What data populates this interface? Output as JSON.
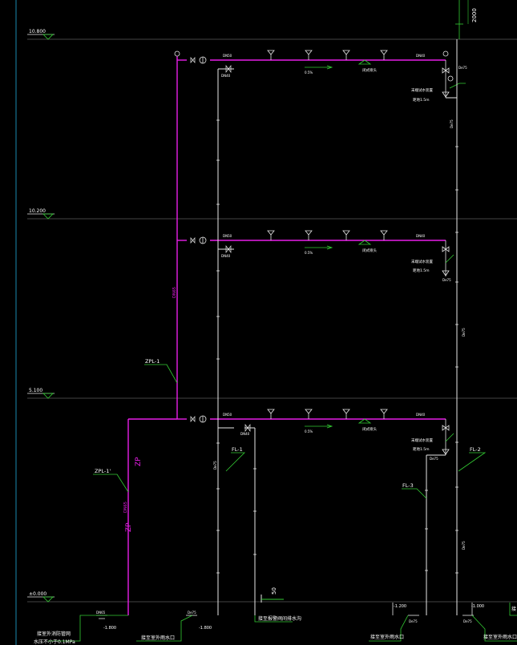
{
  "colors": {
    "background": "#000000",
    "pipe_magenta": "#e81ee8",
    "pipe_white": "#e8e8e8",
    "grid_gray": "#8a8a8a",
    "leader_green": "#33cc33",
    "axis_cyan": "#1a8ab0",
    "text_white": "#ffffff",
    "text_magenta": "#e81ee8"
  },
  "elevations": {
    "top": "10.800",
    "upper": "10.200",
    "middle": "5.100",
    "ground": "±0.000"
  },
  "labels": {
    "riser_main": "ZPL-1",
    "riser_outdoor": "ZPL-1'",
    "floor_drain_1": "FL-1",
    "floor_drain_2": "FL-2",
    "floor_drain_3": "FL-3",
    "zp_mark": "ZP",
    "dim_2000": "2000",
    "dn50": "DN50",
    "dn40": "DN40",
    "dn75": "De75",
    "dn65": "DN65",
    "slope": "0.5%",
    "valve_label": "末端试水装置",
    "valve_sub": "距地1.5m",
    "sprinkler_label": "闭式喷头",
    "elev_minus_1000": "-1.000",
    "elev_minus_1200": "-1.200",
    "elev_minus_1800": "-1.800",
    "text_50": "50",
    "bottom_left_1": "接室外消防管网",
    "bottom_left_2": "水压不小于0.1MPa",
    "bottom_mid": "接至室外雨水口",
    "bottom_center": "接至报警阀间排水沟",
    "bottom_right_1": "接至室外雨水口",
    "bottom_right_2": "接至室外雨水口",
    "bottom_edge_text": "接"
  }
}
